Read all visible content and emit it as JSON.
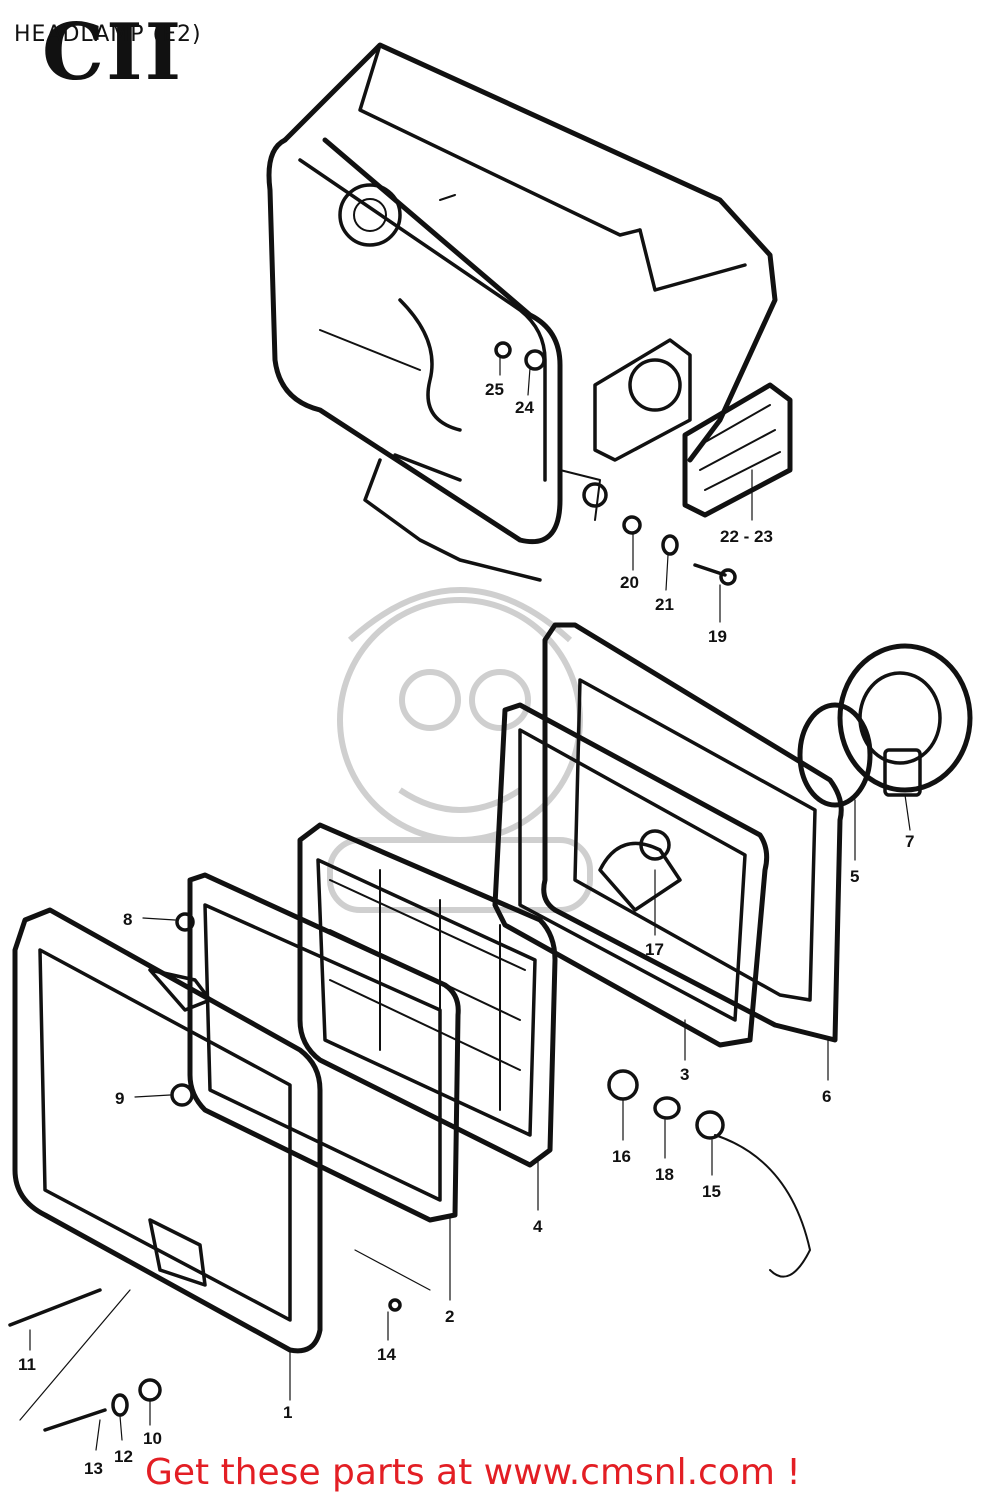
{
  "diagram": {
    "title": "HEADLAMP (E2)",
    "model_logo": "CII",
    "footer": "Get these parts at www.cmsnl.com !",
    "colors": {
      "ink": "#111111",
      "footer_text": "#e31e24",
      "watermark": "#cfcfcf",
      "background": "#ffffff"
    },
    "watermark_icon": "mechanic-mascot-watermark",
    "callouts": {
      "p1": "1",
      "p2": "2",
      "p3": "3",
      "p4": "4",
      "p5": "5",
      "p6": "6",
      "p7": "7",
      "p8": "8",
      "p9": "9",
      "p10": "10",
      "p11": "11",
      "p12": "12",
      "p13": "13",
      "p14": "14",
      "p15": "15",
      "p16": "16",
      "p17": "17",
      "p18": "18",
      "p19": "19",
      "p20": "20",
      "p21": "21",
      "p22_23": "22 - 23",
      "p24": "24",
      "p25": "25"
    }
  }
}
